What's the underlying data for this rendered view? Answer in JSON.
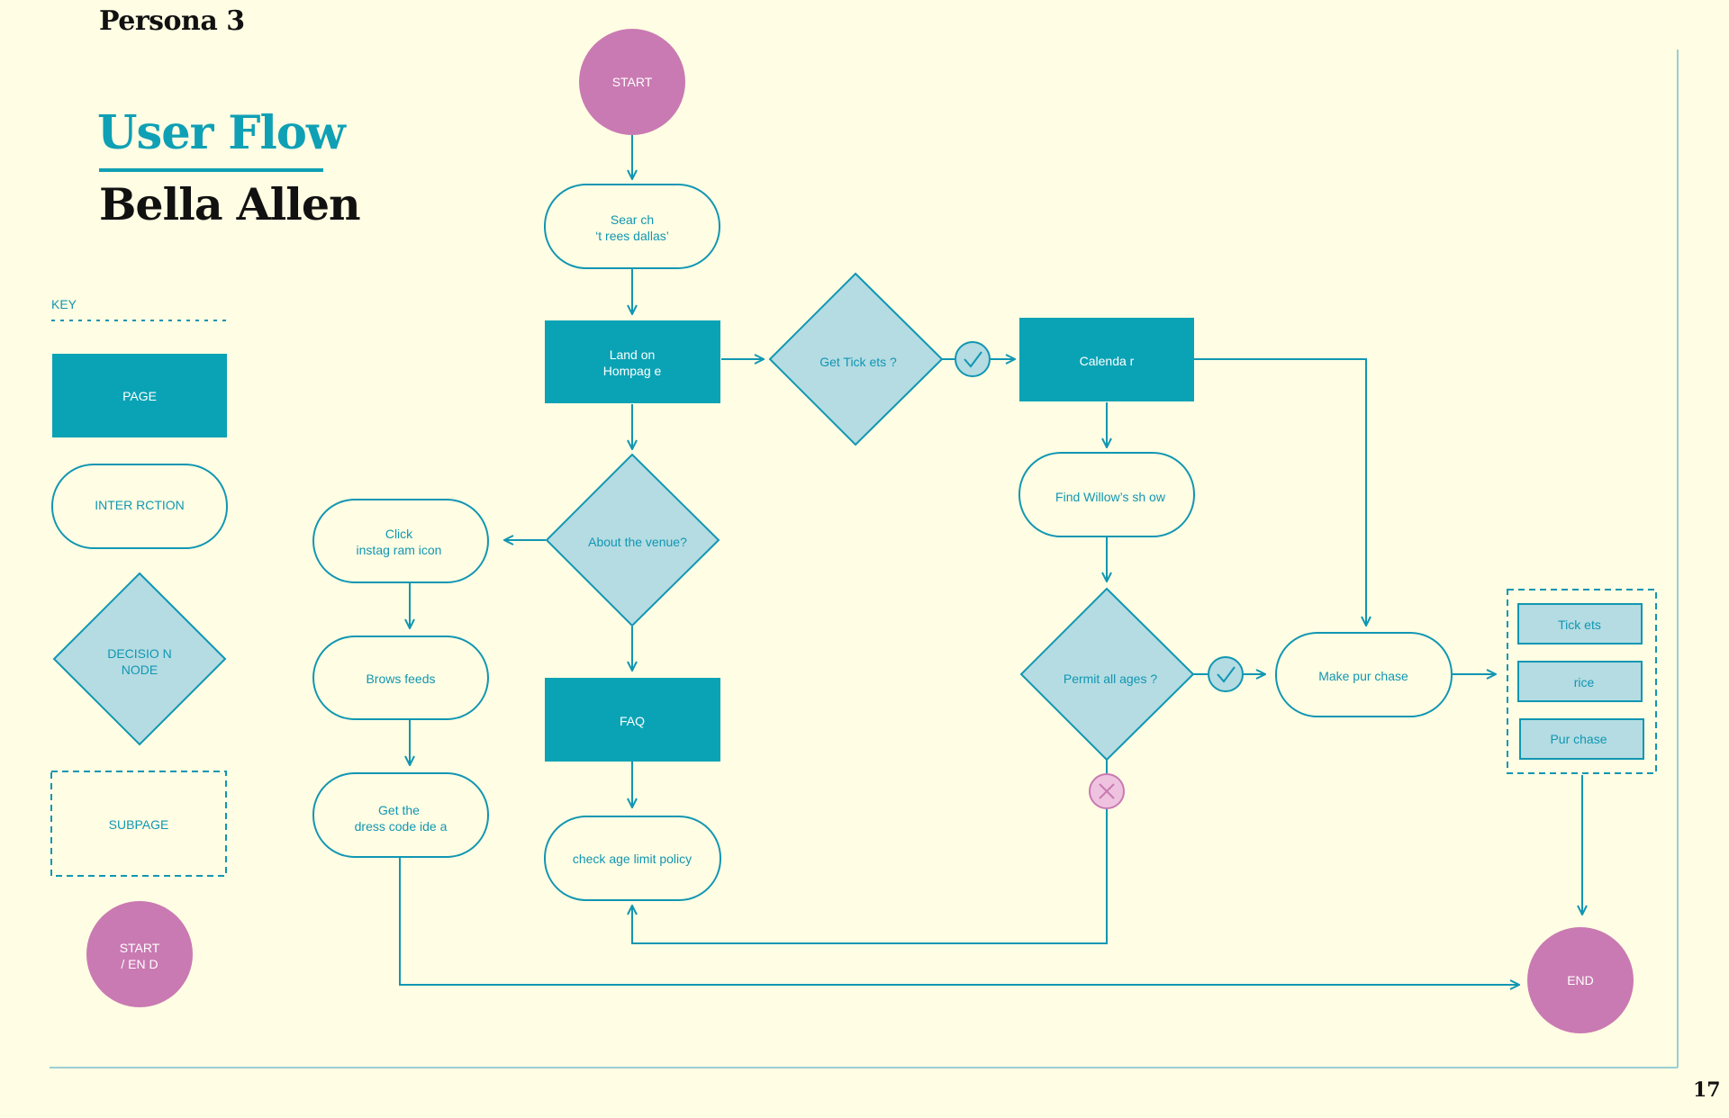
{
  "header": {
    "persona": "Persona 3",
    "title": "User Flow",
    "name": "Bella Allen",
    "page_number": "17"
  },
  "key": {
    "heading": "KEY",
    "page": "PAGE",
    "interaction": "INTER RCTION",
    "decision_line1": "DECISIO N",
    "decision_line2": "NODE",
    "subpage": "SUBPAGE",
    "start_end_line1": "START",
    "start_end_line2": "/ EN D"
  },
  "flow": {
    "start": "START",
    "search_line1": "Sear ch",
    "search_line2": "‘t rees dallas’",
    "homepage_line1": "Land on",
    "homepage_line2": "Hompag e",
    "get_tickets": "Get Tick ets ?",
    "calendar": "Calenda r",
    "about_venue": "About the  venue?",
    "click_instagram_line1": "Click",
    "click_instagram_line2": "instag ram icon",
    "browse_feeds": "Brows feeds",
    "dress_code_line1": "Get the",
    "dress_code_line2": "dress code ide  a",
    "faq": "FAQ",
    "check_age": "check age limit policy",
    "find_show": "Find Willow’s sh ow",
    "permit_ages": "Permit all ages   ?",
    "make_purchase": "Make pur chase",
    "sub_tickets": "Tick ets",
    "sub_price": "rice",
    "sub_purchase": "Pur chase",
    "end": "END"
  },
  "colors": {
    "background": "#fffde3",
    "teal": "#0aa3b5",
    "teal_stroke": "#1196b3",
    "light_teal": "#b4dce2",
    "magenta": "#c97ab2",
    "pink_light": "#efc3e0"
  }
}
